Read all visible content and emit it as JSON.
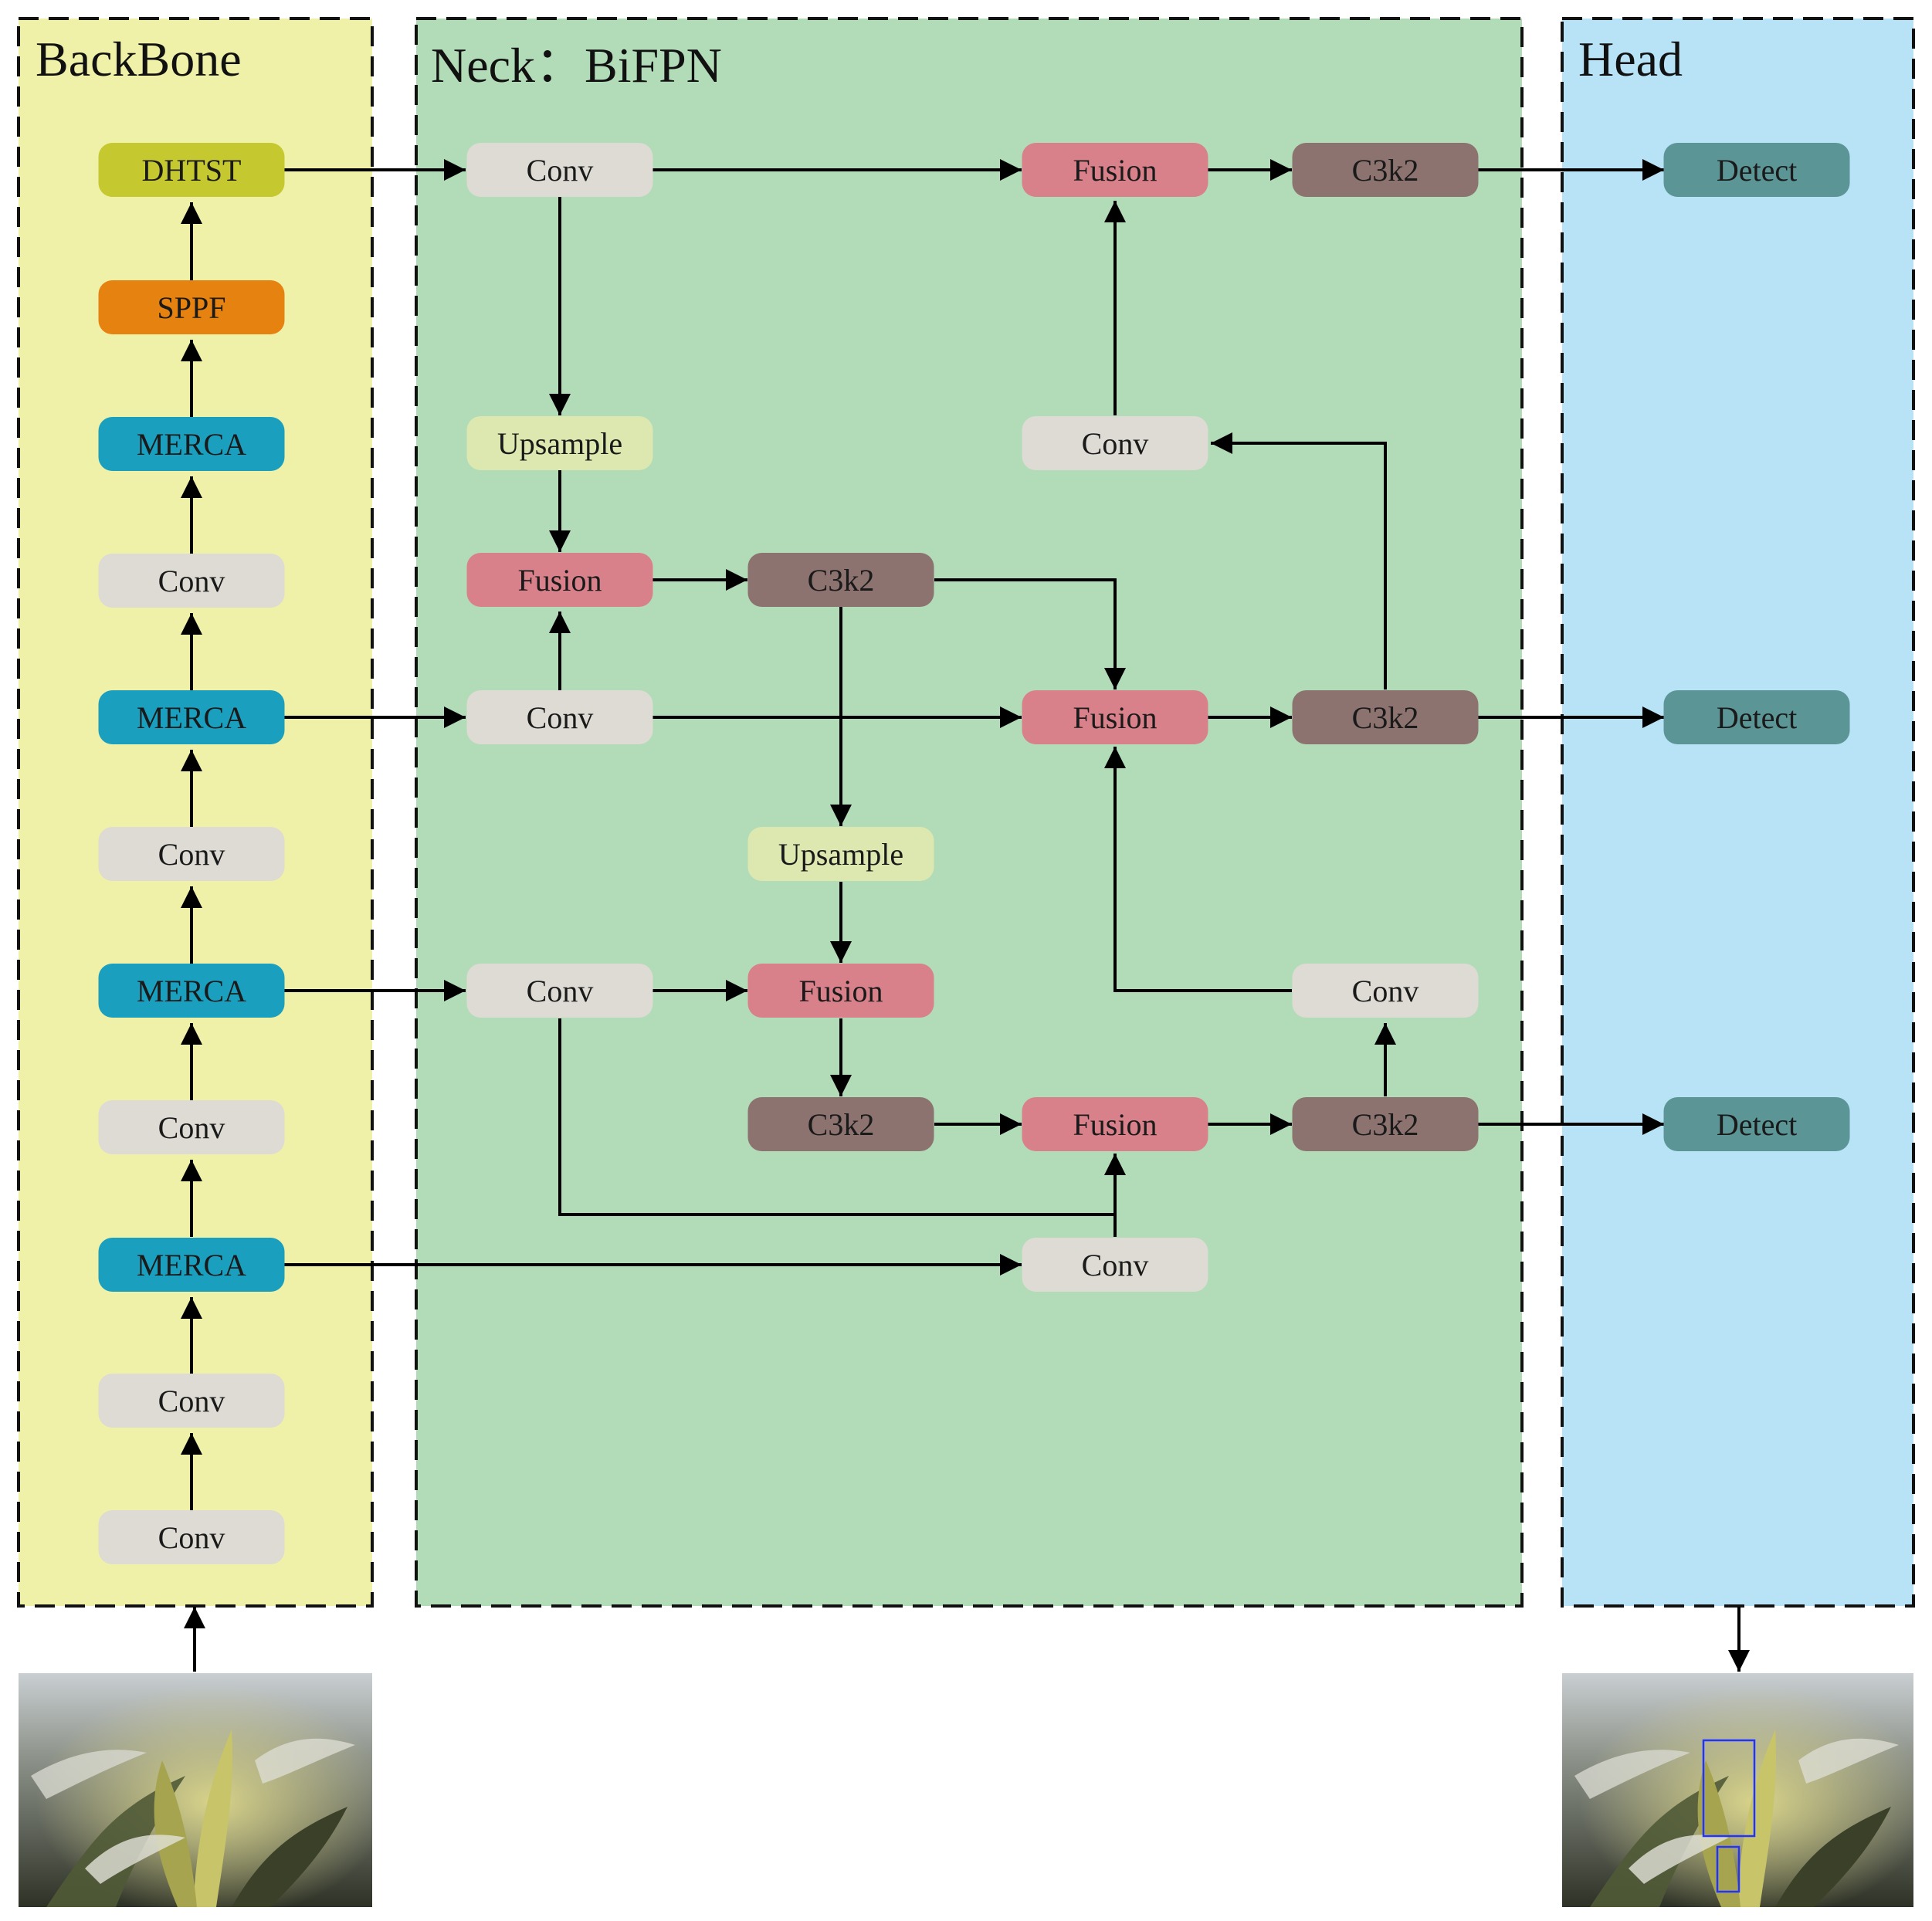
{
  "panels": {
    "backbone": {
      "title": "BackBone",
      "fill": "#f0f1a8"
    },
    "neck": {
      "title": "Neck：BiFPN",
      "fill": "#b2dbb8"
    },
    "head": {
      "title": "Head",
      "fill": "#b8e3f7"
    }
  },
  "module_colors": {
    "DHTST": "#c5c82f",
    "SPPF": "#e6820f",
    "MERCA": "#1a9fbf",
    "Conv": "#dddbd3",
    "Upsample": "#dde7b0",
    "Fusion": "#d9818a",
    "C3k2": "#8d7370",
    "Detect": "#5c9596"
  },
  "nodes": [
    {
      "id": "b_dhtst",
      "label": "DHTST",
      "type": "DHTST"
    },
    {
      "id": "b_sppf",
      "label": "SPPF",
      "type": "SPPF"
    },
    {
      "id": "b_merca4",
      "label": "MERCA",
      "type": "MERCA"
    },
    {
      "id": "b_conv4",
      "label": "Conv",
      "type": "Conv"
    },
    {
      "id": "b_merca3",
      "label": "MERCA",
      "type": "MERCA"
    },
    {
      "id": "b_conv3",
      "label": "Conv",
      "type": "Conv"
    },
    {
      "id": "b_merca2",
      "label": "MERCA",
      "type": "MERCA"
    },
    {
      "id": "b_conv2",
      "label": "Conv",
      "type": "Conv"
    },
    {
      "id": "b_merca1",
      "label": "MERCA",
      "type": "MERCA"
    },
    {
      "id": "b_conv1",
      "label": "Conv",
      "type": "Conv"
    },
    {
      "id": "b_conv0",
      "label": "Conv",
      "type": "Conv"
    },
    {
      "id": "n_conv_top",
      "label": "Conv",
      "type": "Conv"
    },
    {
      "id": "n_up1",
      "label": "Upsample",
      "type": "Upsample"
    },
    {
      "id": "n_fusion_l1",
      "label": "Fusion",
      "type": "Fusion"
    },
    {
      "id": "n_c3k2_m1",
      "label": "C3k2",
      "type": "C3k2"
    },
    {
      "id": "n_conv_l2",
      "label": "Conv",
      "type": "Conv"
    },
    {
      "id": "n_up2",
      "label": "Upsample",
      "type": "Upsample"
    },
    {
      "id": "n_conv_l3",
      "label": "Conv",
      "type": "Conv"
    },
    {
      "id": "n_fusion_m3",
      "label": "Fusion",
      "type": "Fusion"
    },
    {
      "id": "n_c3k2_m4",
      "label": "C3k2",
      "type": "C3k2"
    },
    {
      "id": "n_fusion_top",
      "label": "Fusion",
      "type": "Fusion"
    },
    {
      "id": "n_conv_up_r",
      "label": "Conv",
      "type": "Conv"
    },
    {
      "id": "n_fusion_mid",
      "label": "Fusion",
      "type": "Fusion"
    },
    {
      "id": "n_fusion_bot",
      "label": "Fusion",
      "type": "Fusion"
    },
    {
      "id": "n_conv_bot",
      "label": "Conv",
      "type": "Conv"
    },
    {
      "id": "n_c3k2_top",
      "label": "C3k2",
      "type": "C3k2"
    },
    {
      "id": "n_c3k2_mid",
      "label": "C3k2",
      "type": "C3k2"
    },
    {
      "id": "n_conv_r3",
      "label": "Conv",
      "type": "Conv"
    },
    {
      "id": "n_c3k2_bot",
      "label": "C3k2",
      "type": "C3k2"
    },
    {
      "id": "h_det_top",
      "label": "Detect",
      "type": "Detect"
    },
    {
      "id": "h_det_mid",
      "label": "Detect",
      "type": "Detect"
    },
    {
      "id": "h_det_bot",
      "label": "Detect",
      "type": "Detect"
    }
  ],
  "edges": [
    {
      "from": "b_conv0",
      "to": "b_conv1"
    },
    {
      "from": "b_conv1",
      "to": "b_merca1"
    },
    {
      "from": "b_merca1",
      "to": "b_conv2"
    },
    {
      "from": "b_conv2",
      "to": "b_merca2"
    },
    {
      "from": "b_merca2",
      "to": "b_conv3"
    },
    {
      "from": "b_conv3",
      "to": "b_merca3"
    },
    {
      "from": "b_merca3",
      "to": "b_conv4"
    },
    {
      "from": "b_conv4",
      "to": "b_merca4"
    },
    {
      "from": "b_merca4",
      "to": "b_sppf"
    },
    {
      "from": "b_sppf",
      "to": "b_dhtst"
    },
    {
      "from": "b_dhtst",
      "to": "n_conv_top"
    },
    {
      "from": "n_conv_top",
      "to": "n_fusion_top"
    },
    {
      "from": "n_conv_top",
      "to": "n_up1"
    },
    {
      "from": "n_up1",
      "to": "n_fusion_l1"
    },
    {
      "from": "n_conv_l2",
      "to": "n_fusion_l1"
    },
    {
      "from": "n_fusion_l1",
      "to": "n_c3k2_m1"
    },
    {
      "from": "n_c3k2_m1",
      "to": "n_fusion_mid"
    },
    {
      "from": "n_c3k2_m1",
      "to": "n_up2"
    },
    {
      "from": "b_merca3",
      "to": "n_conv_l2"
    },
    {
      "from": "n_conv_l2",
      "to": "n_fusion_mid"
    },
    {
      "from": "n_fusion_mid",
      "to": "n_c3k2_mid"
    },
    {
      "from": "n_c3k2_mid",
      "to": "n_conv_up_r"
    },
    {
      "from": "n_conv_up_r",
      "to": "n_fusion_top"
    },
    {
      "from": "n_fusion_top",
      "to": "n_c3k2_top"
    },
    {
      "from": "n_up2",
      "to": "n_fusion_m3"
    },
    {
      "from": "b_merca2",
      "to": "n_conv_l3"
    },
    {
      "from": "n_conv_l3",
      "to": "n_fusion_m3"
    },
    {
      "from": "n_fusion_m3",
      "to": "n_c3k2_m4"
    },
    {
      "from": "n_c3k2_m4",
      "to": "n_fusion_bot"
    },
    {
      "from": "n_conv_l3",
      "to": "n_fusion_bot"
    },
    {
      "from": "b_merca1",
      "to": "n_conv_bot"
    },
    {
      "from": "n_conv_bot",
      "to": "n_fusion_bot"
    },
    {
      "from": "n_fusion_bot",
      "to": "n_c3k2_bot"
    },
    {
      "from": "n_c3k2_bot",
      "to": "n_conv_r3"
    },
    {
      "from": "n_conv_r3",
      "to": "n_fusion_mid"
    },
    {
      "from": "n_c3k2_top",
      "to": "h_det_top"
    },
    {
      "from": "n_c3k2_mid",
      "to": "h_det_mid"
    },
    {
      "from": "n_c3k2_bot",
      "to": "h_det_bot"
    }
  ],
  "input_image": {
    "description_icon": "tea-leaves-photo"
  },
  "output_image": {
    "description_icon": "tea-leaves-detection-photo",
    "box_color": "#2233ff"
  }
}
